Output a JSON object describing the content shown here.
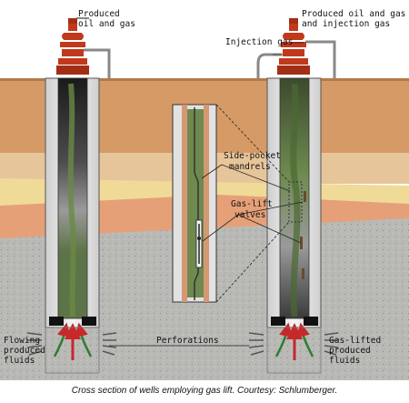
{
  "labels": {
    "produced_left_1": "Produced",
    "produced_left_2": "oil and gas",
    "produced_right_1": "Produced oil and gas",
    "produced_right_2": "and injection gas",
    "injection_gas": "Injection gas",
    "side_pocket_1": "Side-pocket",
    "side_pocket_2": "mandrels",
    "gas_lift_1": "Gas-lift",
    "gas_lift_2": "valves",
    "perforations": "Perforations",
    "flowing_1": "Flowing",
    "flowing_2": "produced",
    "flowing_3": "fluids",
    "gas_lifted_1": "Gas-lifted",
    "gas_lifted_2": "produced",
    "gas_lifted_3": "fluids"
  },
  "caption": "Cross section of wells employing gas lift. Courtesy: Schlumberger.",
  "colors": {
    "sky": "#ffffff",
    "topsoil": "#d69a66",
    "layer_tan": "#e7c59a",
    "layer_yellow": "#f0da98",
    "layer_pink": "#e6a078",
    "rock_grey": "#b8b8b4",
    "casing": "#e6e6e6",
    "tubing_dark": "#222222",
    "oil_green": "#6e8a50",
    "wellhead_red": "#c0391d",
    "flow_arrow": "#c6282b",
    "gas_arrow": "#2e7d32"
  }
}
